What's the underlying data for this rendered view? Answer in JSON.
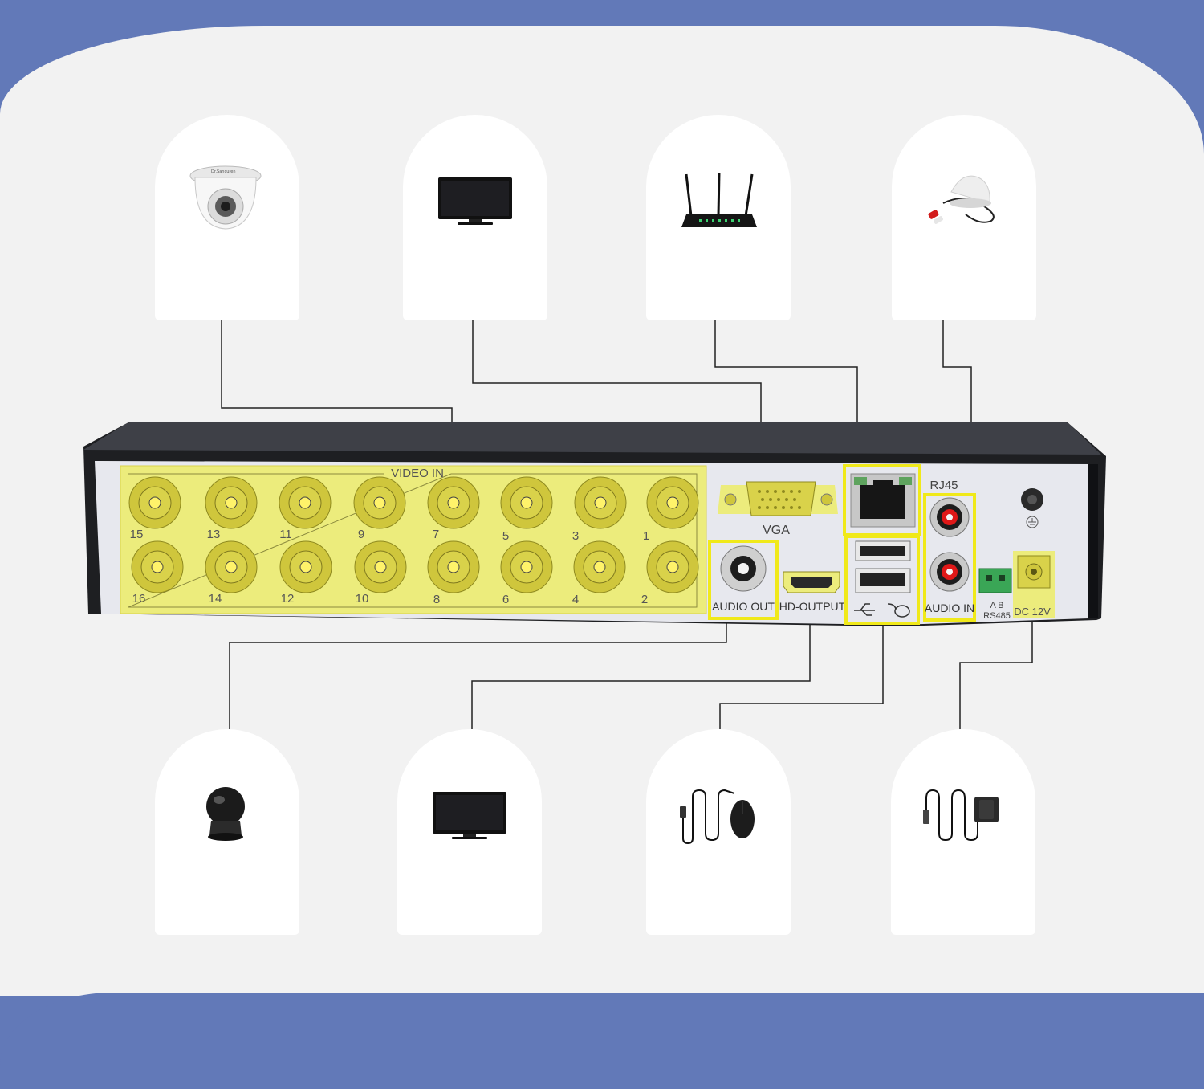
{
  "ports": {
    "video_in": "VIDEO IN",
    "vga": "VGA",
    "rj45": "RJ45",
    "audio_out": "AUDIO OUT",
    "hd_output": "HD-OUTPUT",
    "audio_in": "AUDIO IN",
    "rs485_ab": "A  B",
    "rs485": "RS485",
    "dc": "DC 12V"
  },
  "channels_top": [
    "15",
    "13",
    "11",
    "9",
    "7",
    "5",
    "3",
    "1"
  ],
  "channels_bottom": [
    "16",
    "14",
    "12",
    "10",
    "8",
    "6",
    "4",
    "2"
  ],
  "camera_brand": "Dr.Sancuren",
  "colors": {
    "frame": "#6279b8",
    "highlight_fill": "#ecec7c",
    "highlight_border": "#f0e91a"
  }
}
